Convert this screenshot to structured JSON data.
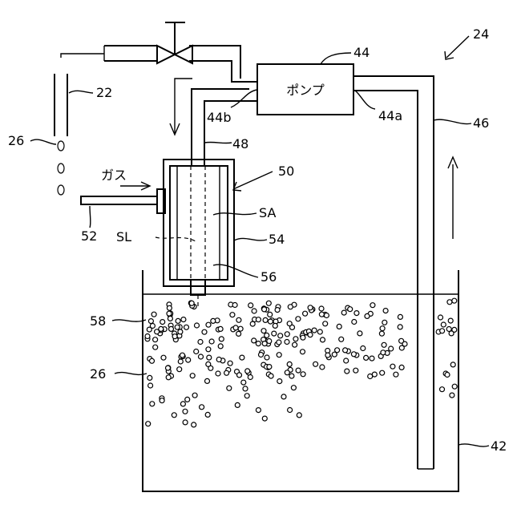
{
  "labels": {
    "system": "24",
    "pump_ref": "44",
    "pump_text": "ポンプ",
    "pump_outlet": "44b",
    "pump_inlet": "44a",
    "tube_up": "46",
    "tube_down": "48",
    "unit": "50",
    "gas_port": "52",
    "housing": "54",
    "inner": "56",
    "annular": "SA",
    "lumen": "SL",
    "gas": "ガス",
    "tank": "42",
    "surface": "58",
    "bubbles_tank": "26",
    "bubbles_out": "26",
    "nozzle": "22"
  }
}
